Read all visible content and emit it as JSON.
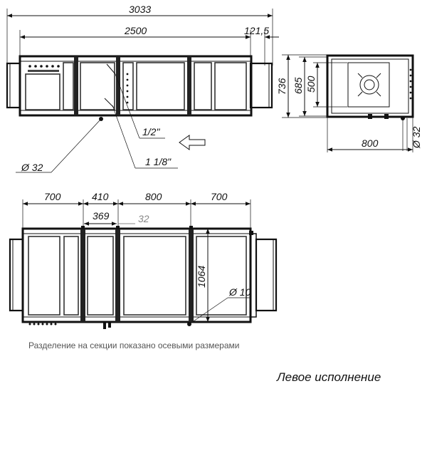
{
  "side_view": {
    "dims": {
      "overall": "3033",
      "body": "2500",
      "offset": "121,5"
    },
    "callouts": {
      "pipe_half": "1/2\"",
      "pipe_one_eighth": "1 1/8\"",
      "drain_dia": "Ø 32"
    }
  },
  "end_view": {
    "dims": {
      "height_overall": "736",
      "height_inner": "685",
      "height_duct": "500",
      "width": "800",
      "drain_dia": "Ø 32"
    }
  },
  "top_view": {
    "dims": {
      "sec1": "700",
      "sec2": "410",
      "sec3": "800",
      "sec4": "700",
      "sub": "369",
      "sub_gray": "32",
      "height": "1064",
      "hole_dia": "Ø 10"
    }
  },
  "note": "Разделение на секции показано осевыми размерами",
  "caption": "Левое исполнение"
}
